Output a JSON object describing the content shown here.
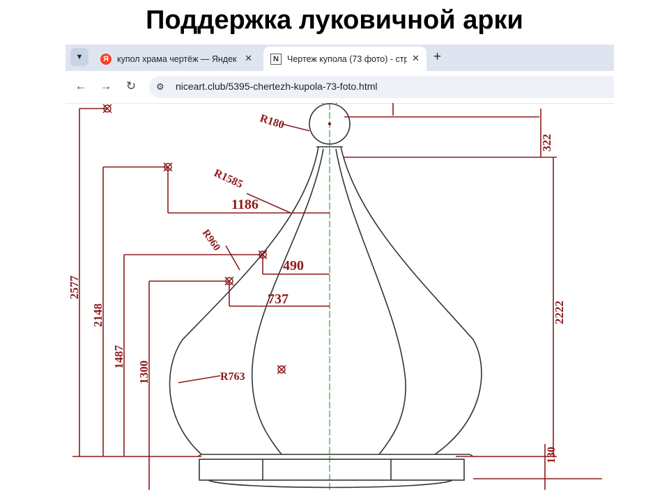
{
  "slide": {
    "title": "Поддержка луковичной арки"
  },
  "browser": {
    "tabs": [
      {
        "title": "купол храма чертёж — Яндекс",
        "icon": "yandex-icon",
        "active": false
      },
      {
        "title": "Чертеж купола (73 фото) - стр",
        "icon": "site-icon",
        "active": true
      }
    ],
    "new_tab_label": "+",
    "close_label": "✕",
    "address_bar": {
      "url": "niceart.club/5395-chertezh-kupola-73-foto.html"
    }
  },
  "drawing": {
    "radius_labels": {
      "r180": "R180",
      "r1585": "R1585",
      "r960": "R960",
      "r763": "R763"
    },
    "horizontal_dims": {
      "d1186": "1186",
      "d490": "490",
      "d737": "737"
    },
    "vertical_dims": {
      "d2577": "2577",
      "d2148": "2148",
      "d1487": "1487",
      "d1300": "1300",
      "d322": "322",
      "d2222": "2222",
      "d130": "130"
    },
    "colors": {
      "dimension": "#8b1a1a",
      "outline": "#333333",
      "axis": "#2aa52a",
      "tab_bar": "#dfe5f0"
    }
  }
}
